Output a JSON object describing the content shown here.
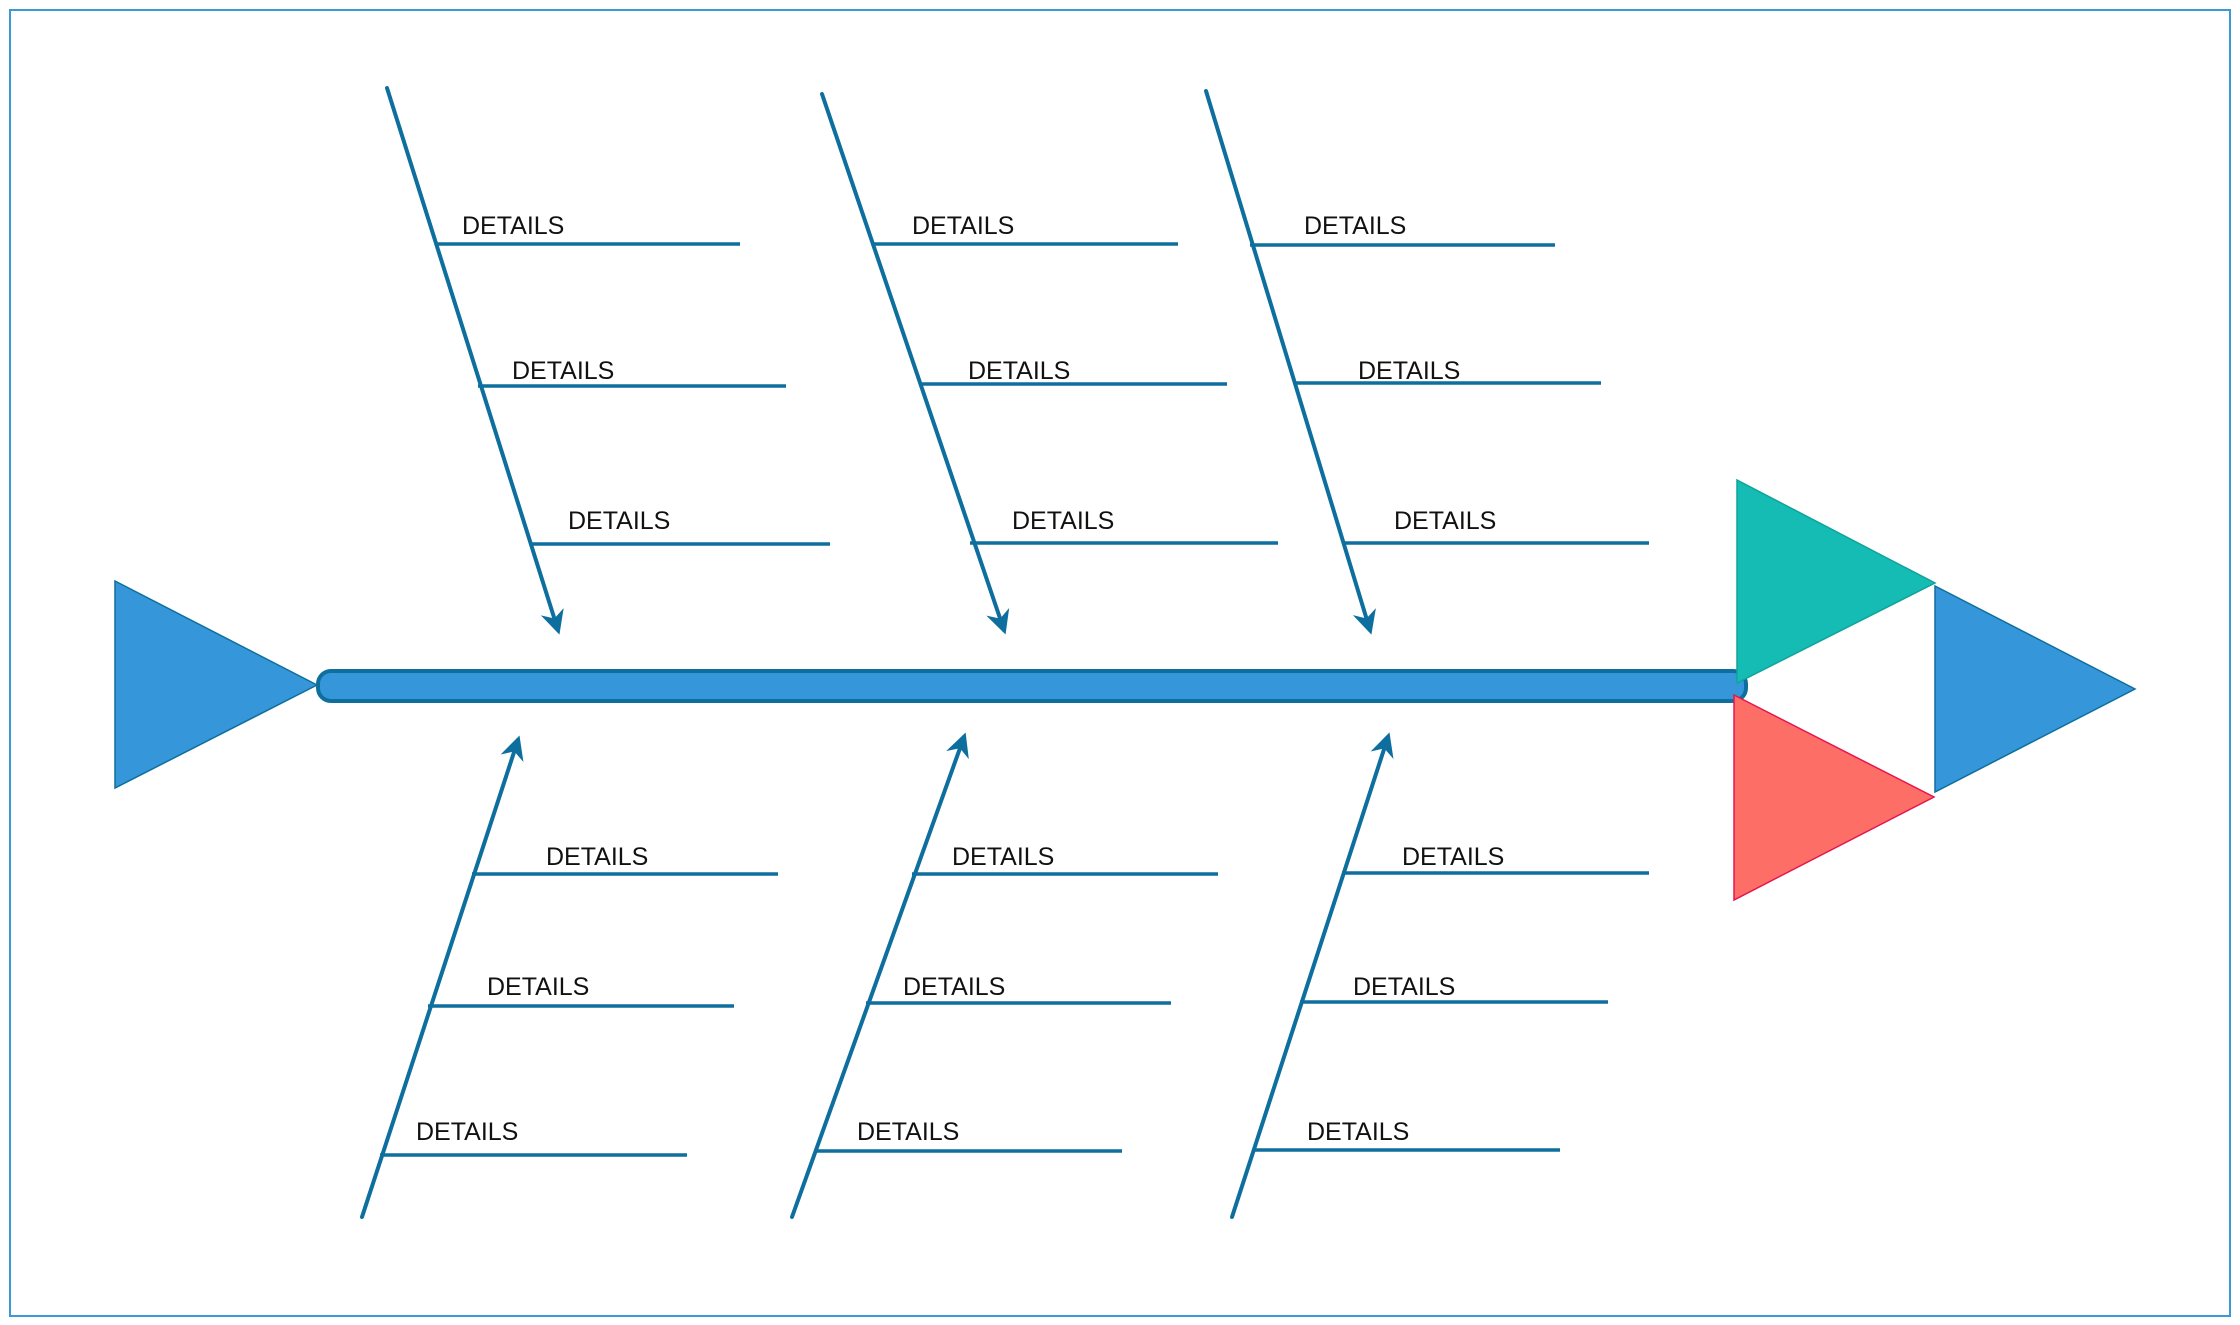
{
  "colors": {
    "frame": "#3a9ad6",
    "bone": "#0e6f9e",
    "spine_fill": "#3597da",
    "spine_stroke": "#0e6f9e",
    "tail_fill": "#3597da",
    "head_blue": "#3597da",
    "head_teal": "#14bcb3",
    "head_red": "#fd6e67",
    "label_text": "#111111"
  },
  "bones": {
    "top": [
      {
        "details": [
          "DETAILS",
          "DETAILS",
          "DETAILS"
        ]
      },
      {
        "details": [
          "DETAILS",
          "DETAILS",
          "DETAILS"
        ]
      },
      {
        "details": [
          "DETAILS",
          "DETAILS",
          "DETAILS"
        ]
      }
    ],
    "bottom": [
      {
        "details": [
          "DETAILS",
          "DETAILS",
          "DETAILS"
        ]
      },
      {
        "details": [
          "DETAILS",
          "DETAILS",
          "DETAILS"
        ]
      },
      {
        "details": [
          "DETAILS",
          "DETAILS",
          "DETAILS"
        ]
      }
    ]
  }
}
